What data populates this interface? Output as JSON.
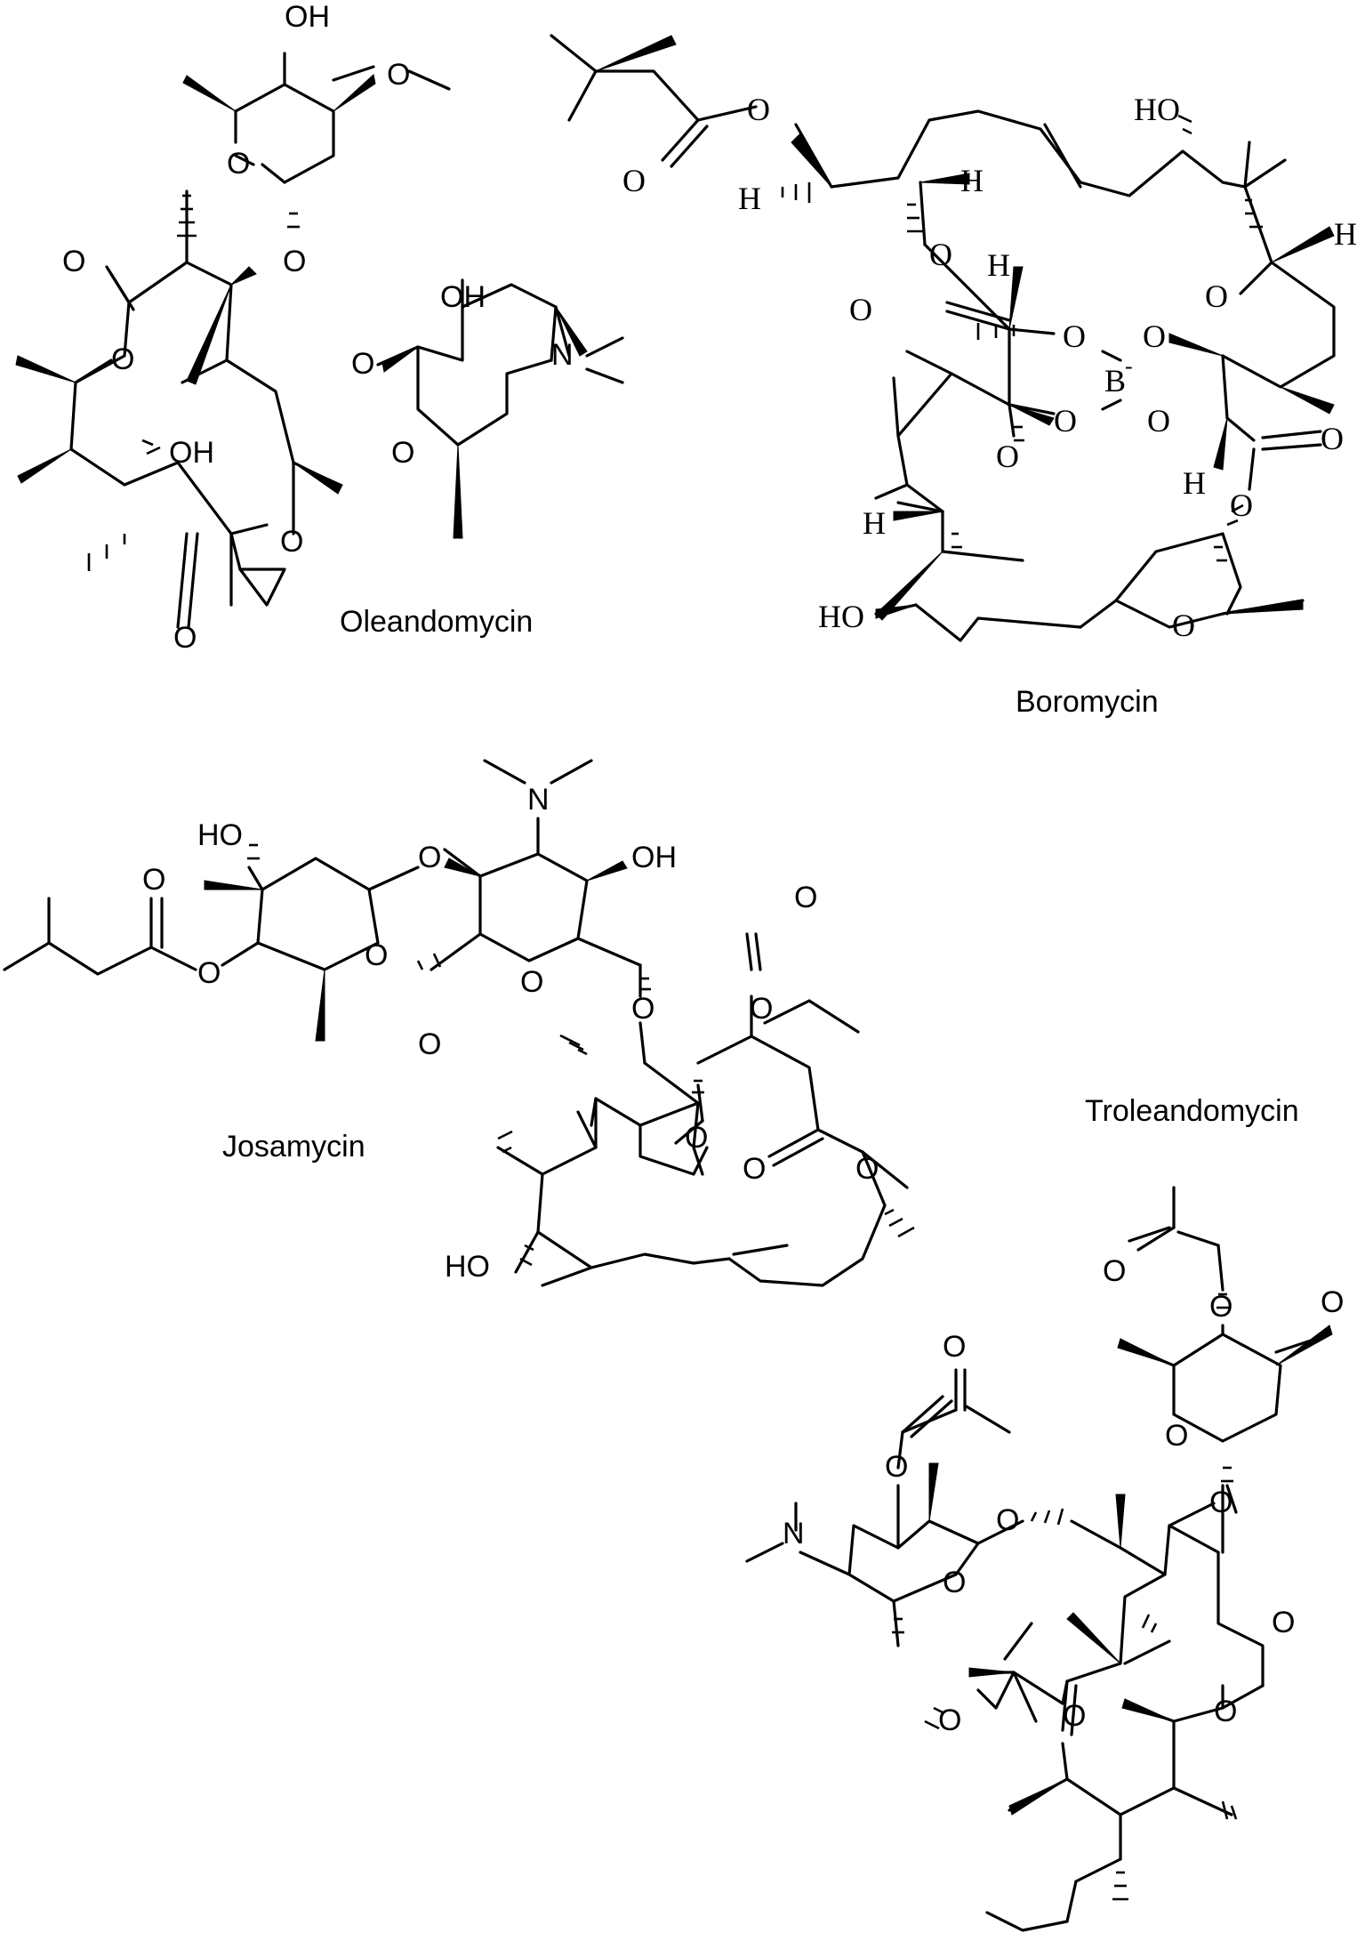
{
  "compounds": [
    {
      "name": "Oleandomycin"
    },
    {
      "name": "Boromycin"
    },
    {
      "name": "Josamycin"
    },
    {
      "name": "Troleandomycin"
    }
  ],
  "atom_labels": {
    "OH": "OH",
    "HO": "HO",
    "O": "O",
    "N": "N",
    "H": "H",
    "B": "B",
    "B_charge": "-"
  },
  "colors": {
    "ink": "#000000",
    "background": "#ffffff"
  }
}
